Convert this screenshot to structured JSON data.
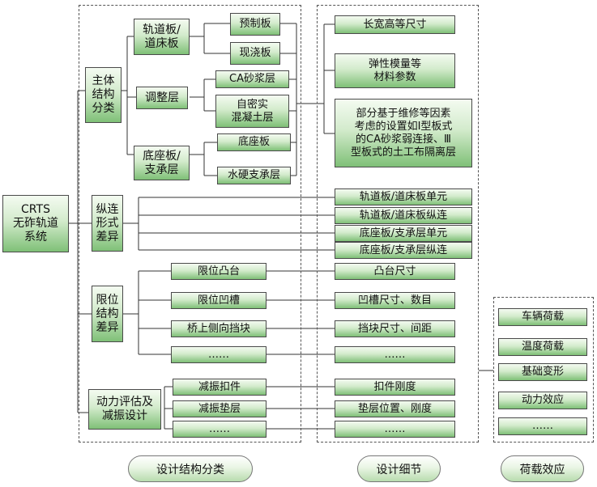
{
  "root": "CRTS\n无砟轨道\n系统",
  "categories": {
    "main": "主体\n结构\n分类",
    "longitudinal": "纵连\n形式\n差异",
    "limit": "限位\n结构\n差异",
    "dynamic": "动力评估及\n减振设计"
  },
  "main_sub": {
    "track_plate": "轨道板/\n道床板",
    "adjust": "调整层",
    "base": "底座板/\n支承层"
  },
  "main_leaf": {
    "precast": "预制板",
    "cast_in_place": "现浇板",
    "ca_mortar": "CA砂浆层",
    "self_compacting": "自密实\n混凝土层",
    "base_plate": "底座板",
    "hydraulic": "水硬支承层"
  },
  "limit_items": [
    "限位凸台",
    "限位凹槽",
    "桥上侧向挡块",
    "……"
  ],
  "dynamic_items": [
    "减振扣件",
    "减振垫层",
    "……"
  ],
  "details": {
    "dims": "长宽高等尺寸",
    "elastic": "弹性模量等\n材料参数",
    "partial": "部分基于维修等因素\n考虑的设置如Ⅰ型板式\n的CA砂浆弱连接、Ⅲ\n型板式的土工布隔离层",
    "long_items": [
      "轨道板/道床板单元",
      "轨道板/道床板纵连",
      "底座板/支承层单元",
      "底座板/支承层纵连"
    ],
    "limit_details": [
      "凸台尺寸",
      "凹槽尺寸、数目",
      "挡块尺寸、间距",
      "……"
    ],
    "dynamic_details": [
      "扣件刚度",
      "垫层位置、刚度",
      "……"
    ]
  },
  "loads": [
    "车辆荷载",
    "温度荷载",
    "基础变形",
    "动力效应",
    "……"
  ],
  "footer": {
    "design_class": "设计结构分类",
    "design_detail": "设计细节",
    "load_effect": "荷载效应"
  },
  "colors": {
    "box_top": "#f4fbf1",
    "box_bottom": "#7fc077",
    "line": "#333333"
  }
}
